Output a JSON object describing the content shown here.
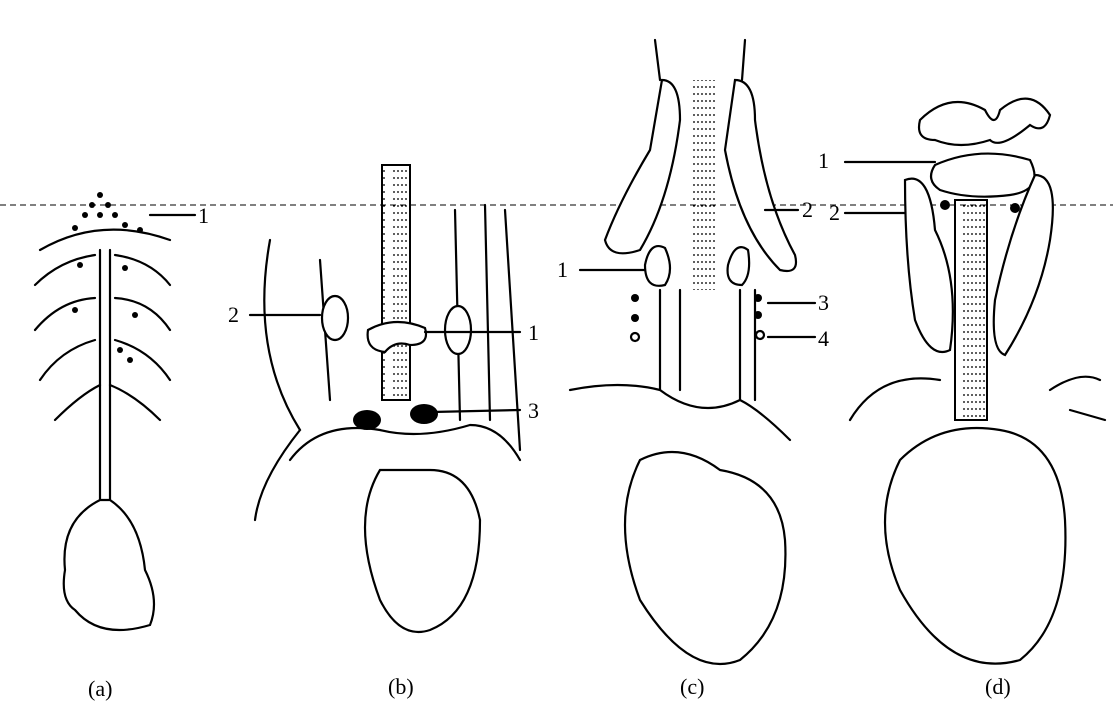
{
  "figure": {
    "panels": [
      {
        "caption": "(a)",
        "labels": [
          "1"
        ]
      },
      {
        "caption": "(b)",
        "labels": [
          "2",
          "1",
          "3"
        ]
      },
      {
        "caption": "(c)",
        "labels": [
          "1",
          "2",
          "3",
          "4"
        ]
      },
      {
        "caption": "(d)",
        "labels": [
          "1",
          "2"
        ]
      }
    ]
  }
}
